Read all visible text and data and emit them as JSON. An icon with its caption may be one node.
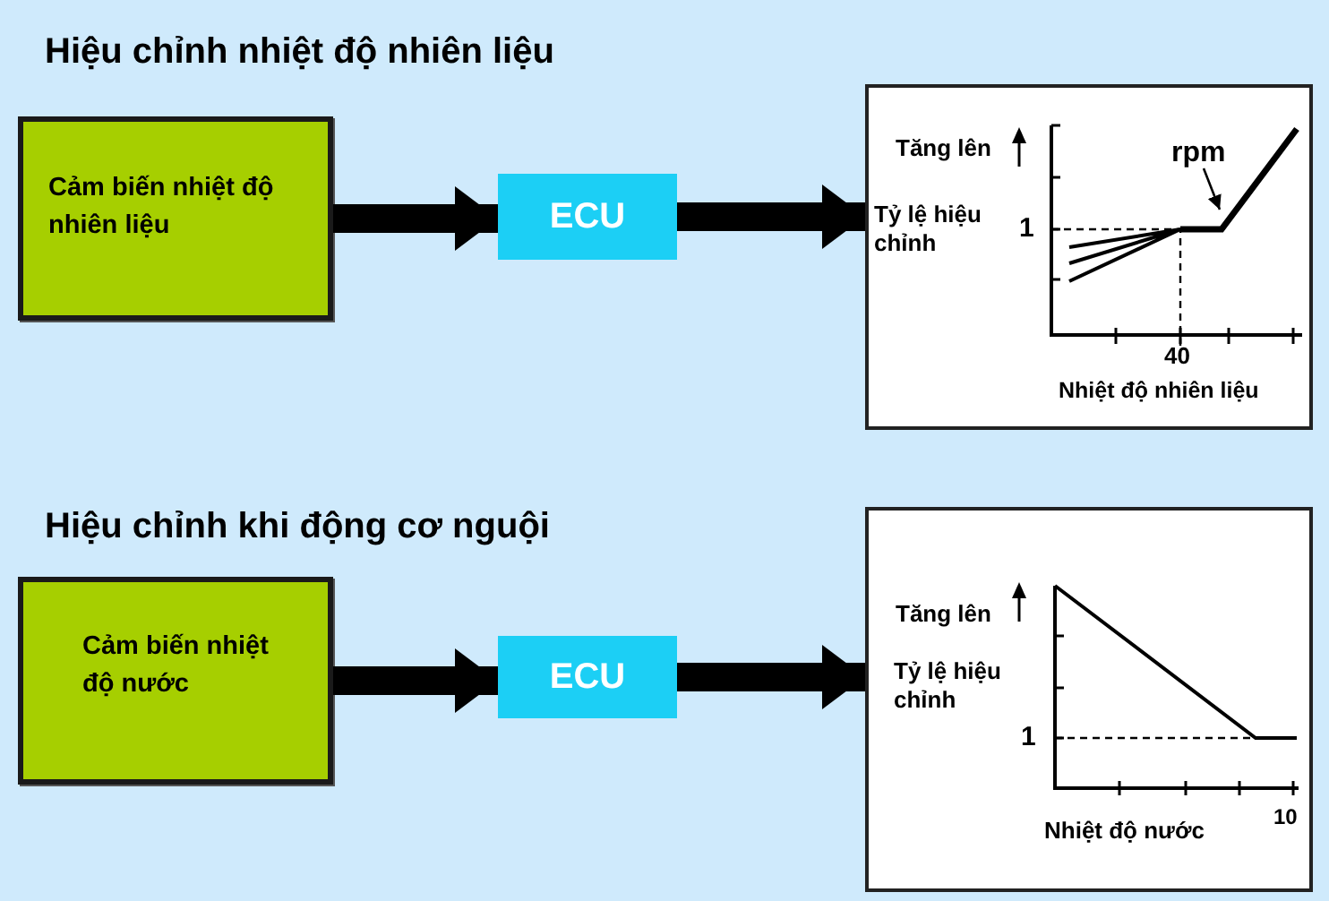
{
  "diagram": {
    "nodes": [
      {
        "text": [
          "Cảm biến nhiệt độ nhiên liệu"
        ]
      },
      {
        "text": [
          "ECU"
        ]
      },
      {
        "text": [
          "Tăng lên",
          "Tỷ lệ hiệu chỉnh",
          "1",
          "40",
          "Nhiệt độ nhiên liệu"
        ]
      },
      {
        "text": [
          "rpm"
        ],
        "in": 2
      },
      {
        "text": [
          "Cảm biến nhiệt độ nước"
        ]
      },
      {
        "text": [
          "ECU"
        ]
      },
      {
        "text": [
          "Tăng lên",
          "Tỷ lệ hiệu chỉnh",
          "1",
          "Nhiệt độ nước",
          "10"
        ]
      }
    ],
    "edges": [
      {
        "from": 0,
        "to": 1,
        "arrow": "to"
      },
      {
        "from": 1,
        "to": 2,
        "arrow": "to"
      },
      {
        "from": 3,
        "to": null,
        "arrow": "to"
      },
      {
        "from": 4,
        "to": 5,
        "arrow": "to"
      },
      {
        "from": 5,
        "to": 6,
        "arrow": "to"
      }
    ],
    "labels": [
      "Hiệu chỉnh nhiệt độ nhiên liệu",
      "Hiệu chỉnh khi động cơ nguội"
    ]
  }
}
